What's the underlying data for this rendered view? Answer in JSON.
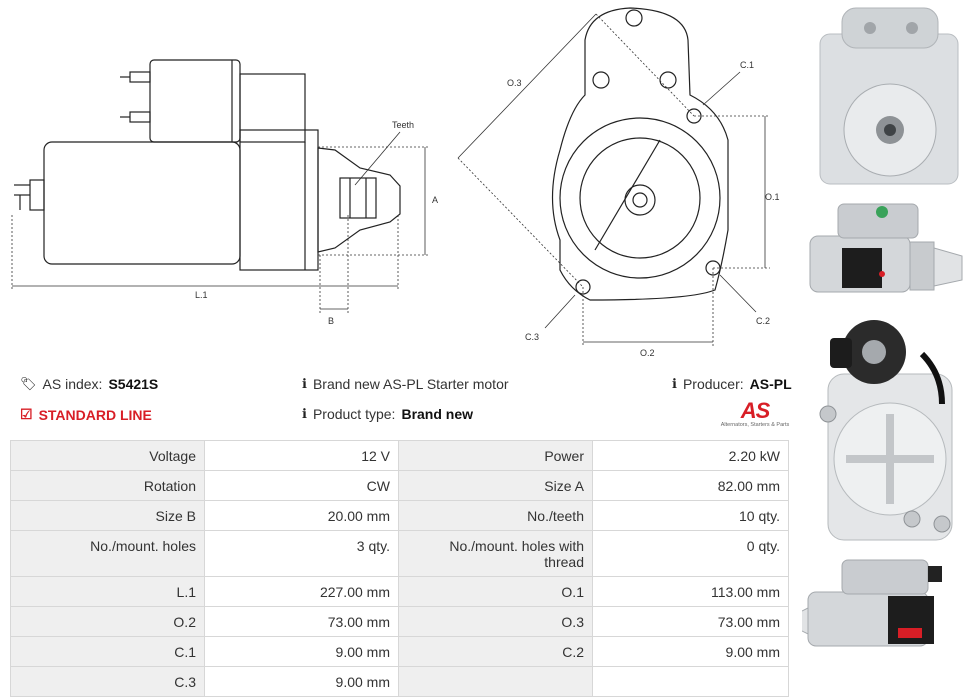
{
  "drawing": {
    "labels": {
      "teeth": "Teeth",
      "a": "A",
      "b": "B",
      "l1": "L.1",
      "o3": "O.3",
      "c1": "C.1",
      "o1": "O.1",
      "c2": "C.2",
      "c3": "C.3",
      "o2": "O.2"
    }
  },
  "info": {
    "as_index_label": "AS index:",
    "as_index_value": "S5421S",
    "line": "STANDARD LINE",
    "description": "Brand new AS-PL Starter motor",
    "product_type_label": "Product type:",
    "product_type_value": "Brand new",
    "producer_label": "Producer:",
    "producer_value": "AS-PL"
  },
  "logo": {
    "mark": "AS",
    "tagline": "Alternators, Starters & Parts"
  },
  "specs": [
    [
      "Voltage",
      "12 V",
      "Power",
      "2.20 kW"
    ],
    [
      "Rotation",
      "CW",
      "Size A",
      "82.00 mm"
    ],
    [
      "Size B",
      "20.00 mm",
      "No./teeth",
      "10 qty."
    ],
    [
      "No./mount. holes",
      "3 qty.",
      "No./mount. holes with thread",
      "0 qty."
    ],
    [
      "L.1",
      "227.00 mm",
      "O.1",
      "113.00 mm"
    ],
    [
      "O.2",
      "73.00 mm",
      "O.3",
      "73.00 mm"
    ],
    [
      "C.1",
      "9.00 mm",
      "C.2",
      "9.00 mm"
    ],
    [
      "C.3",
      "9.00 mm",
      "",
      ""
    ]
  ]
}
